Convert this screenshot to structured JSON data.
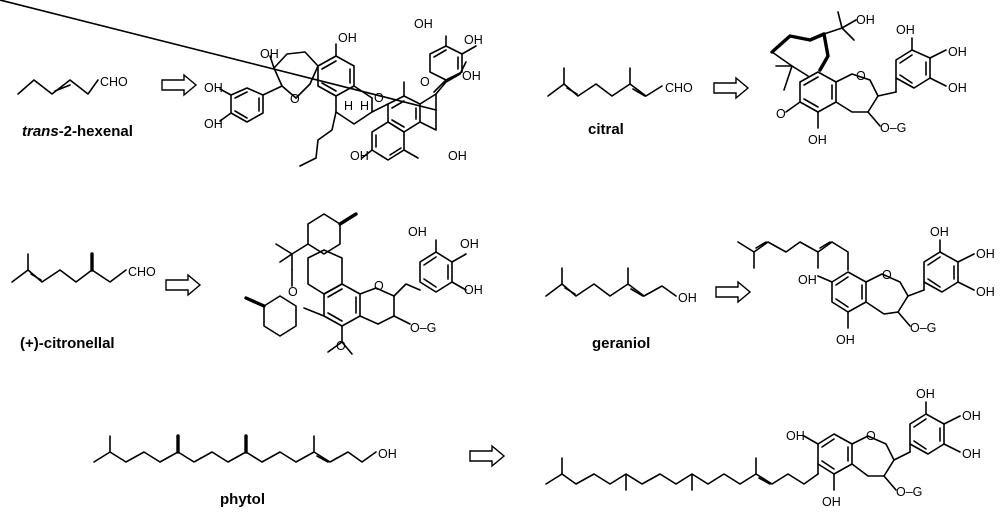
{
  "compounds": {
    "hexenal": {
      "name_prefix": "trans",
      "name_rest": "-2-hexenal",
      "group": "CHO"
    },
    "citral": {
      "name": "citral",
      "group": "CHO"
    },
    "citronellal": {
      "name": "(+)-citronellal",
      "group": "CHO"
    },
    "geraniol": {
      "name": "geraniol",
      "group": "OH"
    },
    "phytol": {
      "name": "phytol",
      "group": "OH"
    }
  },
  "atoms": {
    "oh": "OH",
    "o": "O",
    "h": "H",
    "og": "O–G"
  },
  "arrow_icon": "hollow-right-arrow"
}
